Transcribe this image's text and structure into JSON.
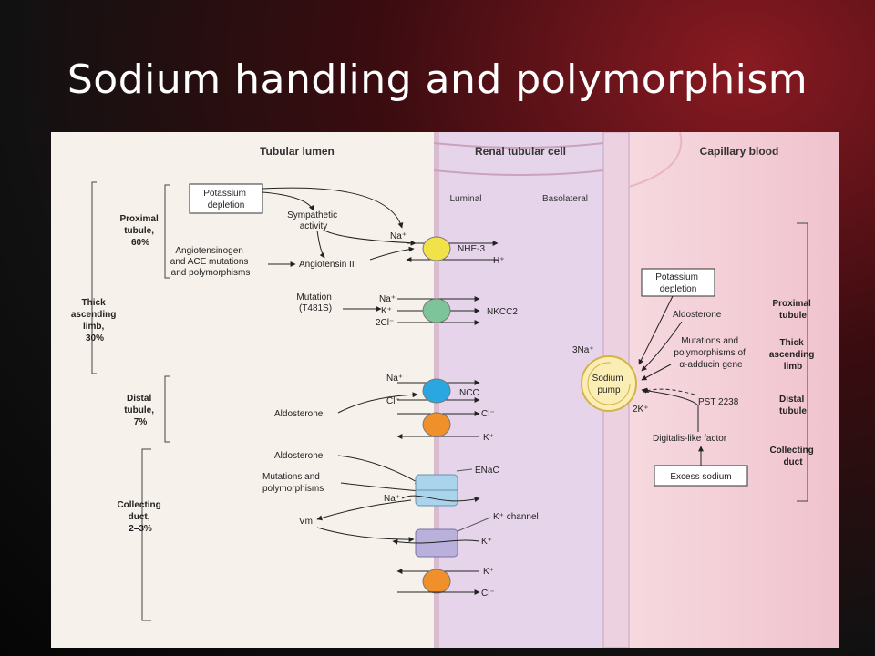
{
  "slide": {
    "title": "Sodium handling and polymorphism"
  },
  "headers": {
    "lumen": "Tubular lumen",
    "cell": "Renal tubular cell",
    "blood": "Capillary blood",
    "luminal": "Luminal",
    "basolateral": "Basolateral"
  },
  "left_brackets": {
    "proximal": [
      "Proximal",
      "tubule,",
      "60%"
    ],
    "thick": [
      "Thick",
      "ascending",
      "limb,",
      "30%"
    ],
    "distal": [
      "Distal",
      "tubule,",
      "7%"
    ],
    "collecting": [
      "Collecting",
      "duct,",
      "2–3%"
    ]
  },
  "right_brackets": {
    "proximal": [
      "Proximal",
      "tubule"
    ],
    "thick": [
      "Thick",
      "ascending",
      "limb"
    ],
    "distal": [
      "Distal",
      "tubule"
    ],
    "collecting": [
      "Collecting",
      "duct"
    ]
  },
  "labels": {
    "potassium_depletion_left": [
      "Potassium",
      "depletion"
    ],
    "sympathetic": [
      "Sympathetic",
      "activity"
    ],
    "angiotensinogen": [
      "Angiotensinogen",
      "and ACE mutations",
      "and polymorphisms"
    ],
    "angiotensin": "Angiotensin II",
    "mutation": [
      "Mutation",
      "(T481S)"
    ],
    "aldosterone_distal": "Aldosterone",
    "aldosterone_cd": "Aldosterone",
    "mutations_poly": [
      "Mutations and",
      "polymorphisms"
    ],
    "vm": "Vm",
    "nhe3": "NHE-3",
    "nkcc2": "NKCC2",
    "ncc": "NCC",
    "enac": "ENaC",
    "kchannel": "K⁺ channel",
    "ion_na_pt": "Na⁺",
    "ion_h": "H⁺",
    "ion_na_tal": "Na⁺",
    "ion_k_tal": "K⁺",
    "ion_2cl": "2Cl⁻",
    "ion_na_dt": "Na⁺",
    "ion_cl_dt_in": "Cl⁻",
    "ion_cl_dt_out": "Cl⁻",
    "ion_k_dt": "K⁺",
    "ion_na_cd": "Na⁺",
    "ion_k_cd1": "K⁺",
    "ion_k_cd2": "K⁺",
    "ion_cl_cd": "Cl⁻",
    "three_na": "3Na⁺",
    "two_k": "2K⁺",
    "sodium_pump": [
      "Sodium",
      "pump"
    ],
    "potassium_depletion_right": [
      "Potassium",
      "depletion"
    ],
    "aldosterone_right": "Aldosterone",
    "adducin": [
      "Mutations and",
      "polymorphisms of",
      "α-adducin gene"
    ],
    "pst": "PST 2238",
    "digitalis": "Digitalis-like factor",
    "excess_sodium": "Excess sodium"
  },
  "colors": {
    "nhe3": "#f2e24a",
    "nkcc2": "#7ec49a",
    "ncc": "#2aa6e0",
    "orange": "#f0902a",
    "enac": "#a9d4ec",
    "kchannel": "#b9b0dc",
    "cell": "#e3d3e8",
    "blood": "#f3cfd8"
  }
}
